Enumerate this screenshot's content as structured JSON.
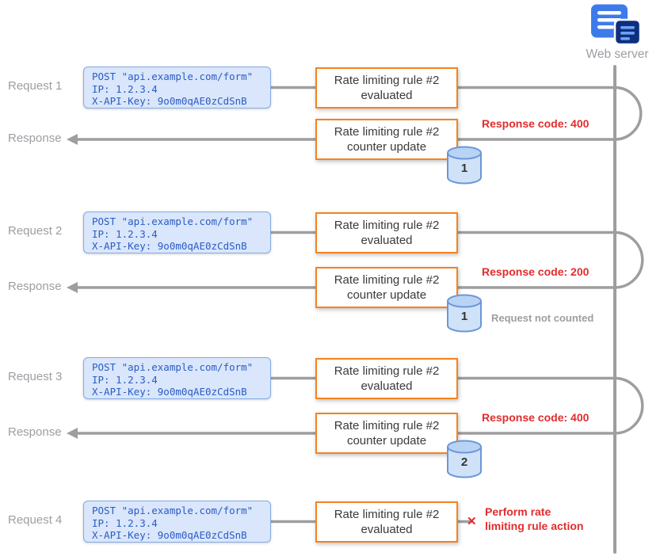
{
  "server": {
    "label": "Web server"
  },
  "request_payload": {
    "line1": "POST \"api.example.com/form\"",
    "line2": "IP: 1.2.3.4",
    "line3": "X-API-Key: 9o0m0qAE0zCdSnB"
  },
  "boxes": {
    "evaluated_line1": "Rate limiting rule #2",
    "evaluated_line2": "evaluated",
    "counter_line1": "Rate limiting rule #2",
    "counter_line2": "counter update"
  },
  "groups": [
    {
      "request_label": "Request 1",
      "response_label": "Response",
      "counter_value": "1",
      "response_code_note": "Response code: 400"
    },
    {
      "request_label": "Request 2",
      "response_label": "Response",
      "counter_value": "1",
      "response_code_note": "Response code: 200",
      "extra_note": "Request not counted"
    },
    {
      "request_label": "Request 3",
      "response_label": "Response",
      "counter_value": "2",
      "response_code_note": "Response code: 400"
    },
    {
      "request_label": "Request 4",
      "blocked_marker": "✕",
      "final_note_line1": "Perform rate",
      "final_note_line2": "limiting rule action"
    }
  ],
  "colors": {
    "accent_orange": "#f6821f",
    "request_blue_fill": "#d9e6fb",
    "request_blue_text": "#2b5cc4",
    "error_red": "#e22c2c",
    "line_gray": "#9e9e9e"
  }
}
